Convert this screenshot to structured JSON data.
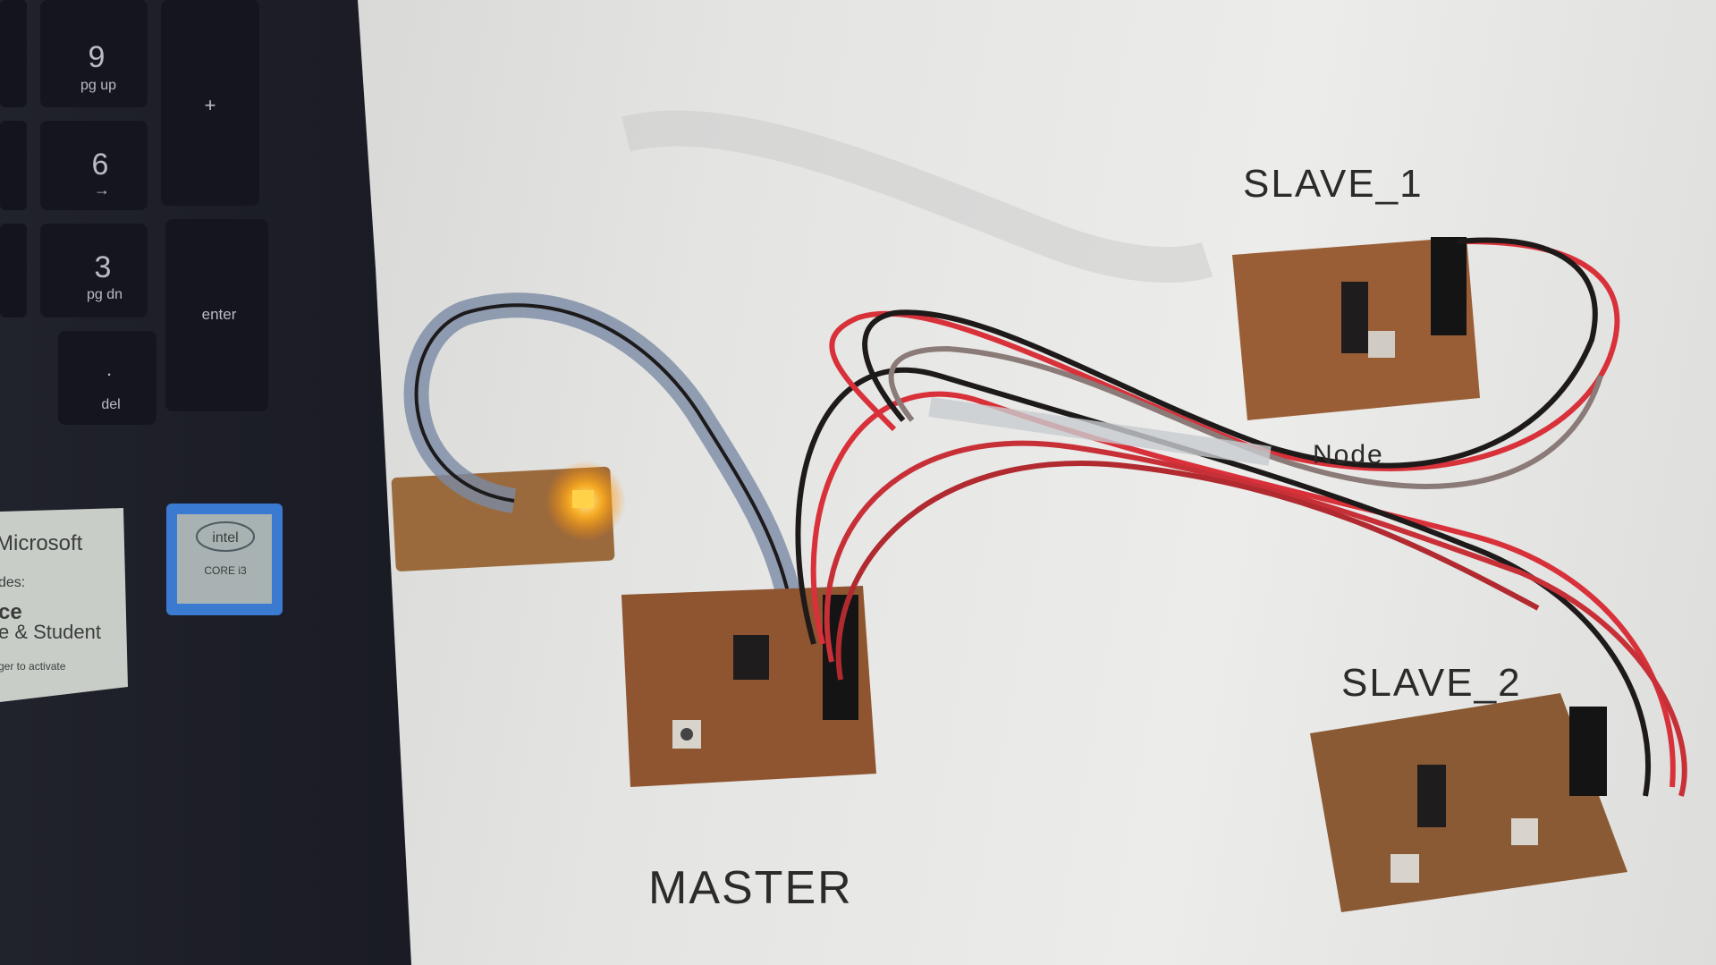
{
  "keyboard": {
    "keys": [
      {
        "main": "9",
        "sub": "pg up"
      },
      {
        "main": "+",
        "sub": ""
      },
      {
        "main": "6",
        "sub": "→"
      },
      {
        "main": "3",
        "sub": "pg dn"
      },
      {
        "main": "enter",
        "sub": ""
      },
      {
        "main": ".",
        "sub": "del"
      }
    ]
  },
  "stickers": {
    "microsoft": [
      "Microsoft",
      "des:",
      "ce",
      "e & Student",
      "ger to activate"
    ],
    "intel": [
      "intel",
      "CORE i3"
    ]
  },
  "labels": {
    "slave1": "SLAVE_1",
    "slave2": "SLAVE_2",
    "master": "MASTER",
    "node": "Node"
  },
  "colors": {
    "pcb": "#9a5a32",
    "wire_red": "#d8313a",
    "wire_black": "#1e1a1a",
    "led": "#ffb020"
  }
}
